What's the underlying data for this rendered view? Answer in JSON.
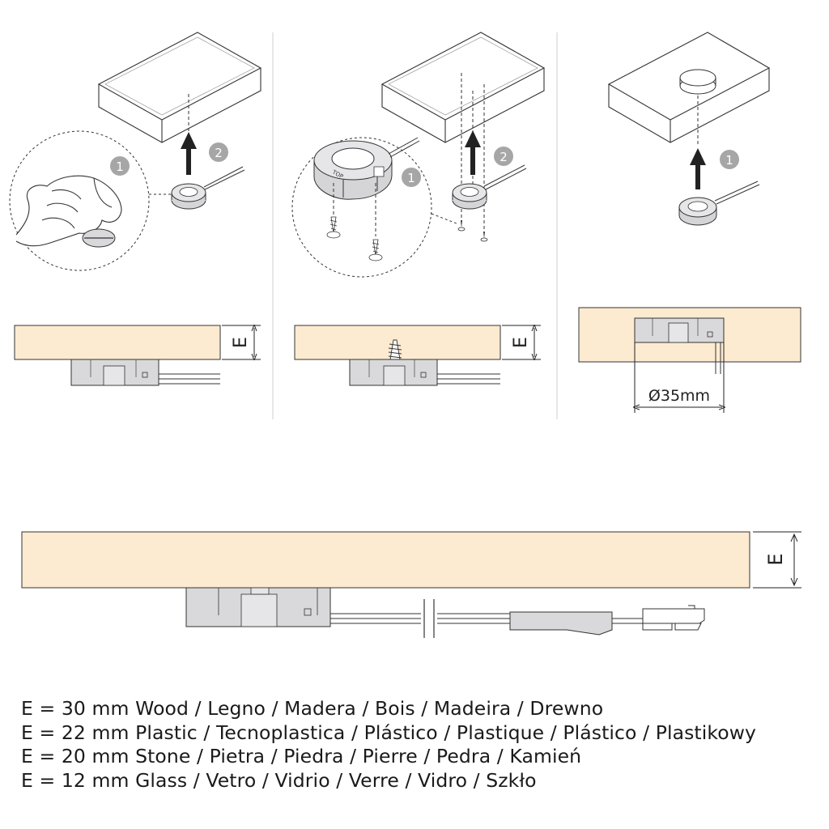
{
  "steps": {
    "panel1": {
      "badge_1": "1",
      "badge_2": "2"
    },
    "panel2": {
      "badge_1": "1",
      "badge_2": "2",
      "ring_marking": "TOP"
    },
    "panel3": {
      "badge_1": "1"
    }
  },
  "dimension_labels": {
    "thickness": "E",
    "hole_diameter": "Ø35mm"
  },
  "notes": [
    "E = 30 mm Wood / Legno / Madera / Bois / Madeira / Drewno",
    "E = 22 mm Plastic / Tecnoplastica / Plástico / Plastique / Plástico / Plastikowy",
    "E = 20 mm Stone / Pietra / Piedra / Pierre / Pedra / Kamień",
    "E = 12 mm Glass / Vetro / Vidrio / Verre / Vidro / Szkło"
  ],
  "colors": {
    "panel_fill": "#fcebd0",
    "device_fill": "#d9d9db",
    "badge_fill": "#a6a6a6",
    "line": "#222222"
  }
}
